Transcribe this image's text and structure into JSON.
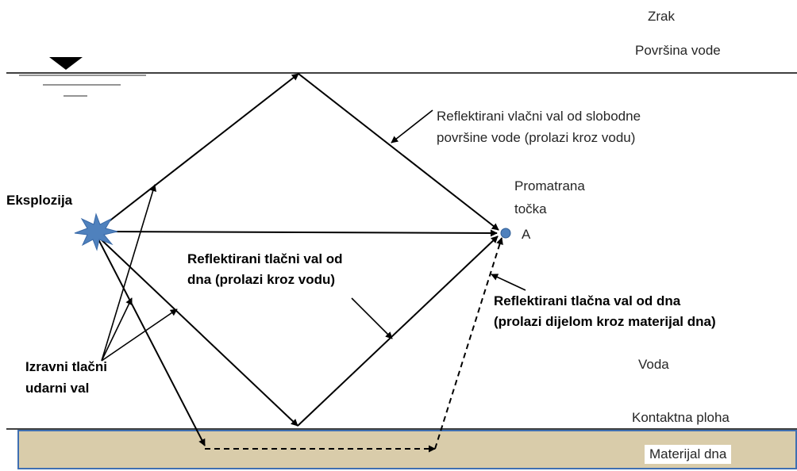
{
  "labels": {
    "air": "Zrak",
    "water_surface": "Površina vode",
    "surface_reflected_line1": "Reflektirani  vlačni val od slobodne",
    "surface_reflected_line2": "površine vode (prolazi kroz vodu)",
    "explosion": "Eksplozija",
    "observed_point_line1": "Promatrana",
    "observed_point_line2": "točka",
    "point_id": "A",
    "bottom_reflected_line1": "Reflektirani  tlačni val od",
    "bottom_reflected_line2": "dna (prolazi kroz vodu)",
    "bottom_material_reflected_line1": "Reflektirani tlačna val od dna",
    "bottom_material_reflected_line2": "(prolazi dijelom kroz materijal dna)",
    "direct_wave_line1": "Izravni tlačni",
    "direct_wave_line2": "udarni val",
    "water": "Voda",
    "contact_surface": "Kontaktna ploha",
    "bottom_material": "Materijal dna"
  },
  "colors": {
    "sediment_fill": "#d9ccaa",
    "sediment_border": "#3f6fb2",
    "explosion_fill": "#4f81bd",
    "point_fill": "#4f81bd",
    "line": "#000000",
    "text": "#262626"
  },
  "icons": {
    "explosion": "starburst-icon",
    "water_level": "water-level-triangle-icon"
  }
}
